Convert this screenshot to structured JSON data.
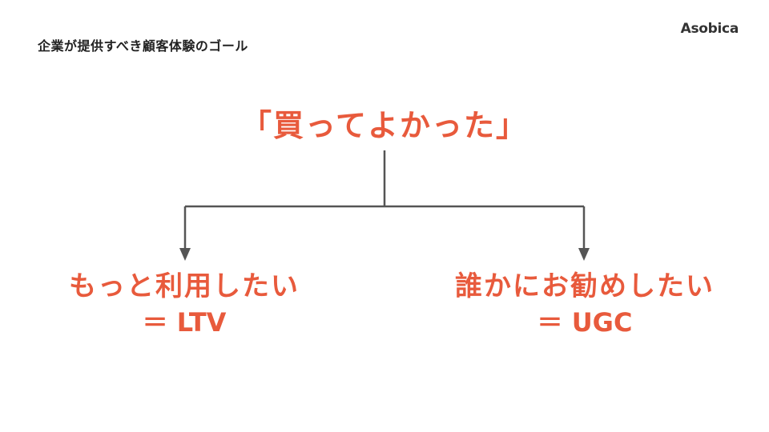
{
  "header": {
    "title": "企業が提供すべき顧客体験のゴール",
    "brand": "Asobica"
  },
  "diagram": {
    "root": "「買ってよかった」",
    "branches": [
      {
        "line1": "もっと利用したい",
        "line2": "＝ LTV"
      },
      {
        "line1": "誰かにお勧めしたい",
        "line2": "＝ UGC"
      }
    ]
  },
  "colors": {
    "accent": "#E85A3C",
    "connector": "#555555",
    "title": "#222222"
  }
}
